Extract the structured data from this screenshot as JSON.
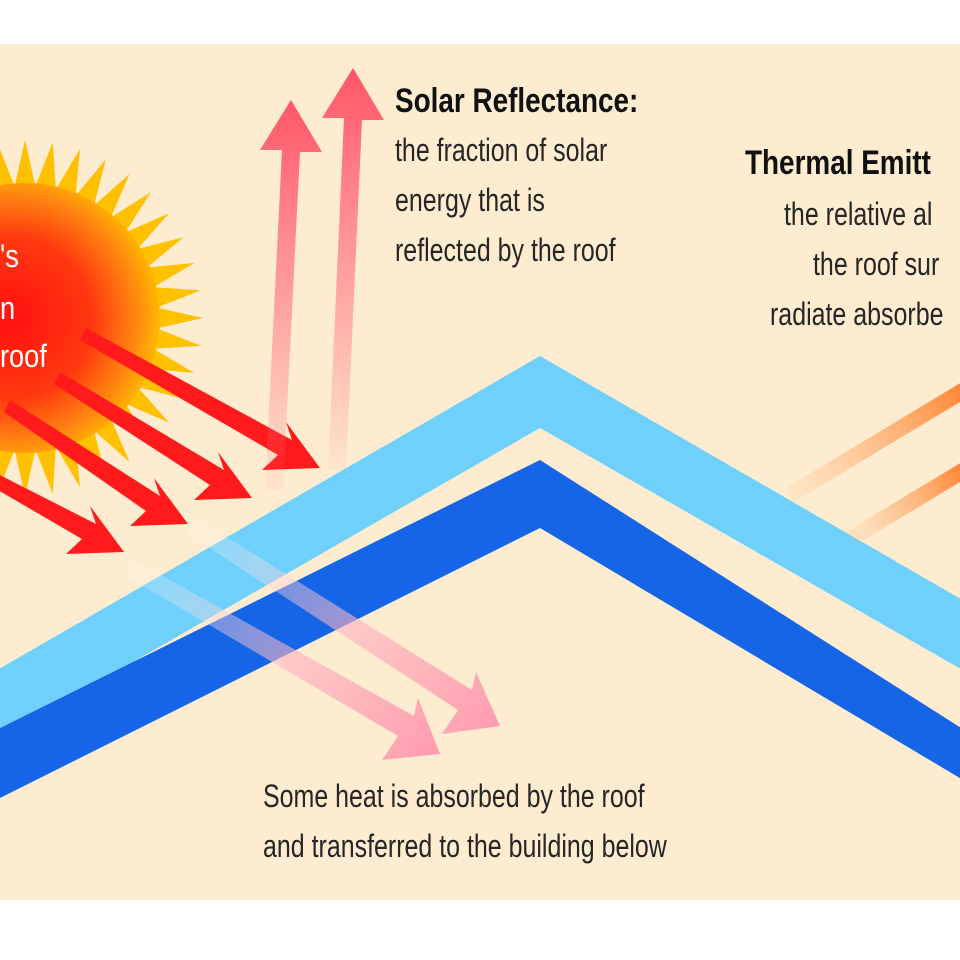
{
  "colors": {
    "panel_background": "#fdecd0",
    "page_background": "#ffffff",
    "roof_outer_light_blue": "#6fd0fb",
    "roof_inner_dark_blue": "#1565e6",
    "incoming_arrow_red": "#ff1b1b",
    "reflected_arrow_pink": "#ff6b7a",
    "emitted_arrow_orange": "#ff8a3a",
    "absorbed_arrow_pink": "#ff9eb0",
    "sun_core": "#ff2a10",
    "sun_rays": "#ffc000"
  },
  "sun": {
    "text_lines": [
      "'s",
      "n",
      " roof"
    ]
  },
  "solar_reflectance": {
    "title": "Solar Reflectance:",
    "lines": [
      "the fraction of solar",
      "energy that is",
      "reflected by the roof"
    ]
  },
  "thermal_emittance": {
    "title": "Thermal Emitt",
    "lines": [
      "the relative al",
      "the roof sur",
      "radiate absorbe"
    ]
  },
  "absorbed": {
    "lines": [
      "Some heat is absorbed by the roof",
      "and transferred to the building below"
    ]
  }
}
